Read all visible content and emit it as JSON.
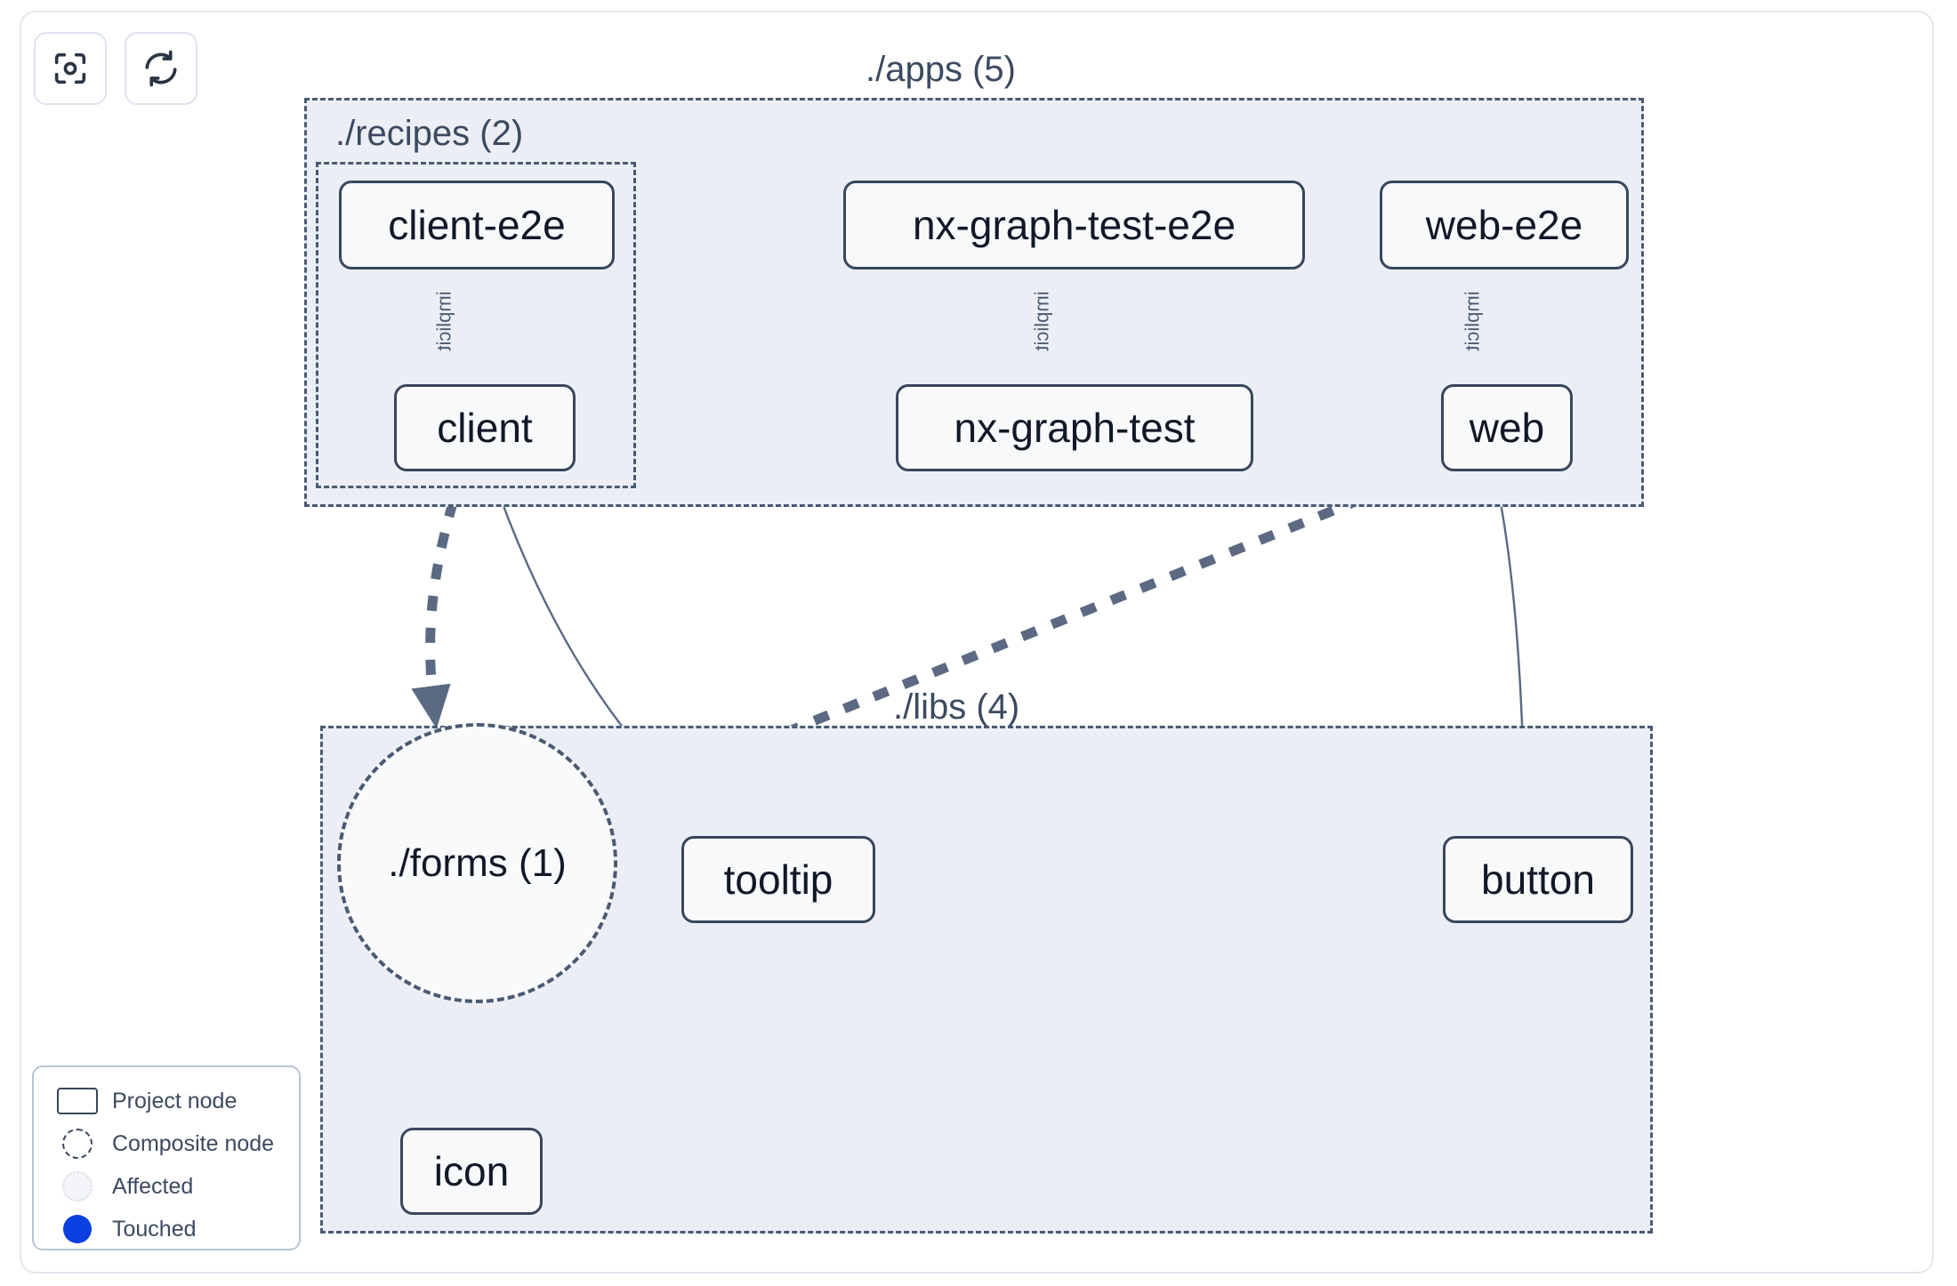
{
  "toolbar": {
    "buttons": [
      {
        "name": "focus-graph-button",
        "icon": "focus-target-icon",
        "label": ""
      },
      {
        "name": "refresh-graph-button",
        "icon": "refresh-icon",
        "label": ""
      }
    ]
  },
  "graph": {
    "groups": [
      {
        "id": "apps",
        "label": "./apps (5)"
      },
      {
        "id": "recipes",
        "label": "./recipes (2)"
      },
      {
        "id": "libs",
        "label": "./libs (4)"
      }
    ],
    "nodes": [
      {
        "id": "client-e2e",
        "label": "client-e2e",
        "type": "project",
        "group": "recipes"
      },
      {
        "id": "client",
        "label": "client",
        "type": "project",
        "group": "recipes"
      },
      {
        "id": "nx-graph-test-e2e",
        "label": "nx-graph-test-e2e",
        "type": "project",
        "group": "apps"
      },
      {
        "id": "nx-graph-test",
        "label": "nx-graph-test",
        "type": "project",
        "group": "apps"
      },
      {
        "id": "web-e2e",
        "label": "web-e2e",
        "type": "project",
        "group": "apps"
      },
      {
        "id": "web",
        "label": "web",
        "type": "project",
        "group": "apps"
      },
      {
        "id": "forms",
        "label": "./forms (1)",
        "type": "composite",
        "group": "libs"
      },
      {
        "id": "tooltip",
        "label": "tooltip",
        "type": "project",
        "group": "libs"
      },
      {
        "id": "button",
        "label": "button",
        "type": "project",
        "group": "libs"
      },
      {
        "id": "icon",
        "label": "icon",
        "type": "project",
        "group": "libs"
      }
    ],
    "edges": [
      {
        "source": "client-e2e",
        "target": "client",
        "label": "implicit",
        "style": "solid"
      },
      {
        "source": "nx-graph-test-e2e",
        "target": "nx-graph-test",
        "label": "implicit",
        "style": "solid"
      },
      {
        "source": "web-e2e",
        "target": "web",
        "label": "implicit",
        "style": "solid"
      },
      {
        "source": "client",
        "target": "forms",
        "label": "",
        "style": "dashed"
      },
      {
        "source": "client",
        "target": "tooltip",
        "label": "",
        "style": "solid"
      },
      {
        "source": "web",
        "target": "forms",
        "label": "",
        "style": "dashed"
      },
      {
        "source": "web",
        "target": "button",
        "label": "",
        "style": "solid"
      },
      {
        "source": "forms",
        "target": "icon",
        "label": "",
        "style": "dashed"
      }
    ]
  },
  "legend": {
    "items": [
      {
        "swatch": "project-node-swatch",
        "label": "Project node"
      },
      {
        "swatch": "composite-node-swatch",
        "label": "Composite node"
      },
      {
        "swatch": "affected-swatch",
        "label": "Affected"
      },
      {
        "swatch": "touched-swatch",
        "label": "Touched"
      }
    ]
  },
  "colors": {
    "group_fill": "#ebeff5",
    "group_border": "#4b5a72",
    "node_border": "#39465c",
    "node_fill": "#f7f9fb",
    "edge": "#5b6a82",
    "text": "#111827",
    "touched": "#0b3fe0"
  }
}
